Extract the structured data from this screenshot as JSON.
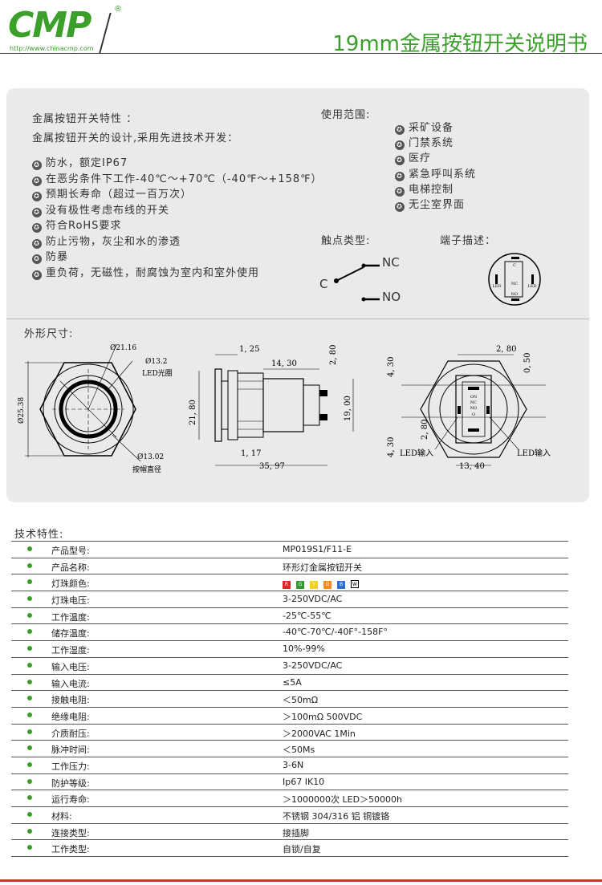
{
  "header": {
    "logo": "CMP",
    "logo_reg": "®",
    "url": "http://www.chinacmp.com",
    "title": "19mm金属按钮开关说明书"
  },
  "features": {
    "title": "金属按钮开关特性 ：",
    "subtitle": "金属按钮开关的设计,采用先进技术开发：",
    "items": [
      "防水，额定IP67",
      "在恶劣条件下工作-40℃～+70℃（-40℉～+158℉）",
      "预期长寿命（超过一百万次）",
      "没有极性考虑布线的开关",
      "符合RoHS要求",
      "防止污物，灰尘和水的渗透",
      "防暴",
      "重负荷，无磁性，耐腐蚀为室内和室外使用"
    ]
  },
  "usage": {
    "title": "使用范围:",
    "items": [
      "采矿设备",
      "门禁系统",
      "医疗",
      "紧急呼叫系统",
      "电梯控制",
      "无尘室界面"
    ]
  },
  "contact": {
    "title": "触点类型:",
    "nc": "NC",
    "no": "NO",
    "c": "C"
  },
  "terminal": {
    "title": "端子描述：",
    "labels": {
      "c": "C",
      "nc": "NC",
      "no": "NO",
      "led": "LED",
      "on": "ON",
      "o": "O"
    }
  },
  "dimensions": {
    "title": "外形尺寸:",
    "front": {
      "d1": "Ø21.16",
      "d2": "Ø13.2",
      "led_ring": "LED光圈",
      "d3": "Ø25.38",
      "d4": "Ø13.02",
      "cap": "按帽直径"
    },
    "side": {
      "a": "1, 25",
      "b": "14, 30",
      "c": "2, 80",
      "d": "21, 80",
      "e": "19, 00",
      "f": "1, 17",
      "g": "35, 97"
    },
    "back": {
      "a": "2, 80",
      "b": "0, 50",
      "c": "4, 30",
      "d": "2, 80",
      "e": "4, 30",
      "f": "13, 40",
      "led_in": "LED输入"
    }
  },
  "spec": {
    "title": "技术特性:",
    "rows": [
      {
        "label": "产品型号:",
        "value": "MP019S1/F11-E"
      },
      {
        "label": "产品名称:",
        "value": "环形灯金属按钮开关"
      },
      {
        "label": "灯珠颜色:",
        "value": ""
      },
      {
        "label": "灯珠电压:",
        "value": "3-250VDC/AC"
      },
      {
        "label": "工作温度:",
        "value": "-25℃-55℃"
      },
      {
        "label": "储存温度:",
        "value": "-40℃-70℃/-40F°-158F°"
      },
      {
        "label": "工作湿度:",
        "value": "10%-99%"
      },
      {
        "label": "输入电压:",
        "value": "3-250VDC/AC"
      },
      {
        "label": "输入电流:",
        "value": "≤5A"
      },
      {
        "label": "接触电阻:",
        "value": "＜50mΩ"
      },
      {
        "label": "绝缘电阻:",
        "value": "＞100mΩ  500VDC"
      },
      {
        "label": "介质耐压:",
        "value": "＞2000VAC  1Min"
      },
      {
        "label": "脉冲时间:",
        "value": "＜50Ms"
      },
      {
        "label": "工作压力:",
        "value": "3-6N"
      },
      {
        "label": "防护等级:",
        "value": "Ip67 IK10"
      },
      {
        "label": "运行寿命:",
        "value": "＞1000000次   LED＞50000h"
      },
      {
        "label": "材料:",
        "value": "不锈钢 304/316  铝  铜镀铬"
      },
      {
        "label": "连接类型:",
        "value": "接插脚"
      },
      {
        "label": "工作类型:",
        "value": "自锁/自复"
      }
    ],
    "colors": [
      {
        "letter": "R",
        "color": "#d62b2b"
      },
      {
        "letter": "G",
        "color": "#2e9b2e"
      },
      {
        "letter": "Y",
        "color": "#f0d21c"
      },
      {
        "letter": "O",
        "color": "#f08a1c"
      },
      {
        "letter": "B",
        "color": "#2a6fd1"
      },
      {
        "letter": "W",
        "color": "#ffffff"
      }
    ]
  },
  "colors": {
    "brand": "#3aa02a",
    "panel": "#e9eaec",
    "footer": "#c0392b"
  }
}
